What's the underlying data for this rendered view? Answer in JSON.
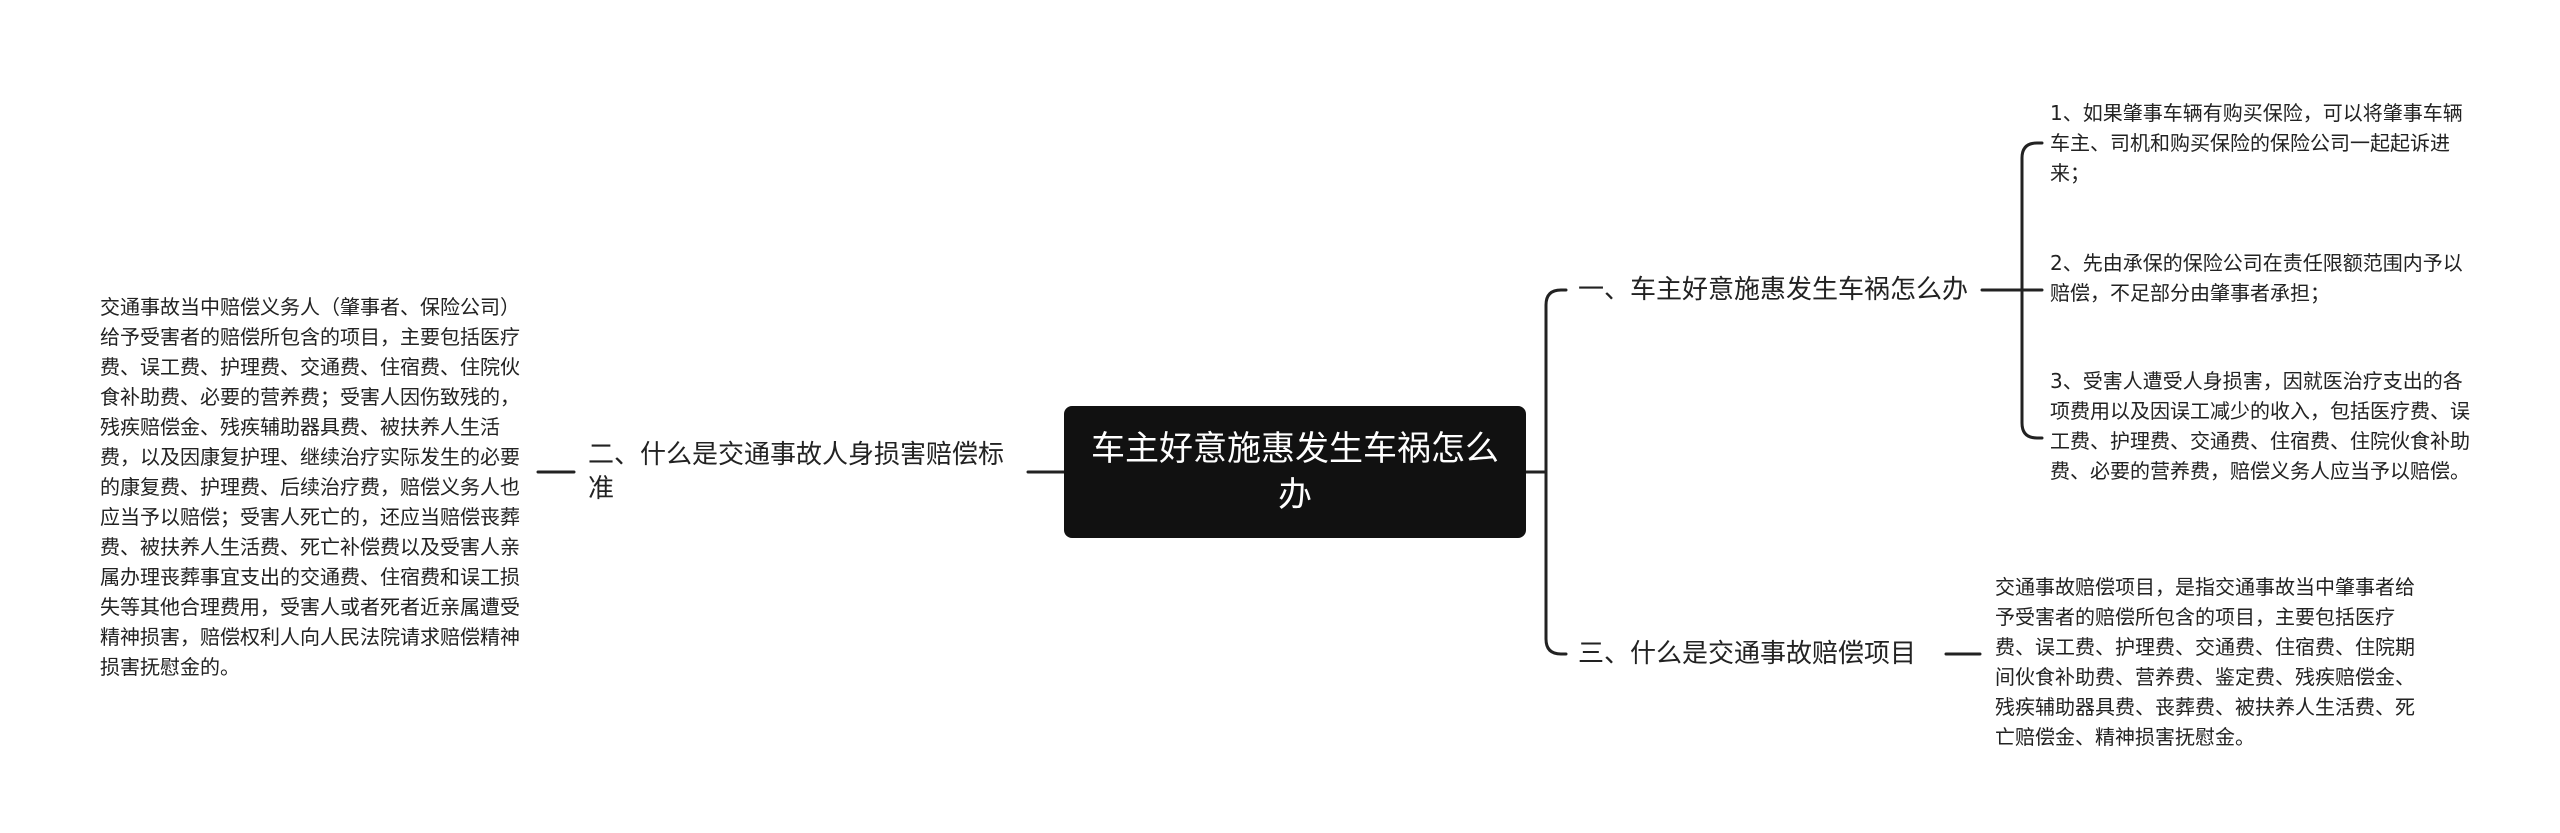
{
  "root": {
    "text": "车主好意施惠发生车祸怎么办"
  },
  "branches": [
    {
      "id": "b1",
      "text": "一、车主好意施惠发生车祸怎么办",
      "leaves": [
        "1、如果肇事车辆有购买保险，可以将肇事车辆车主、司机和购买保险的保险公司一起起诉进来；",
        "2、先由承保的保险公司在责任限额范围内予以赔偿，不足部分由肇事者承担；",
        "3、受害人遭受人身损害，因就医治疗支出的各项费用以及因误工减少的收入，包括医疗费、误工费、护理费、交通费、住宿费、住院伙食补助费、必要的营养费，赔偿义务人应当予以赔偿。"
      ]
    },
    {
      "id": "b2",
      "text": "二、什么是交通事故人身损害赔偿标准",
      "leaves": [
        "交通事故当中赔偿义务人（肇事者、保险公司）给予受害者的赔偿所包含的项目，主要包括医疗费、误工费、护理费、交通费、住宿费、住院伙食补助费、必要的营养费；受害人因伤致残的，残疾赔偿金、残疾辅助器具费、被扶养人生活费，以及因康复护理、继续治疗实际发生的必要的康复费、护理费、后续治疗费，赔偿义务人也应当予以赔偿；受害人死亡的，还应当赔偿丧葬费、被扶养人生活费、死亡补偿费以及受害人亲属办理丧葬事宜支出的交通费、住宿费和误工损失等其他合理费用，受害人或者死者近亲属遭受精神损害，赔偿权利人向人民法院请求赔偿精神损害抚慰金的。"
      ]
    },
    {
      "id": "b3",
      "text": "三、什么是交通事故赔偿项目",
      "leaves": [
        "交通事故赔偿项目，是指交通事故当中肇事者给予受害者的赔偿所包含的项目，主要包括医疗费、误工费、护理费、交通费、住宿费、住院期间伙食补助费、营养费、鉴定费、残疾赔偿金、残疾辅助器具费、丧葬费、被扶养人生活费、死亡赔偿金、精神损害抚慰金。"
      ]
    }
  ]
}
